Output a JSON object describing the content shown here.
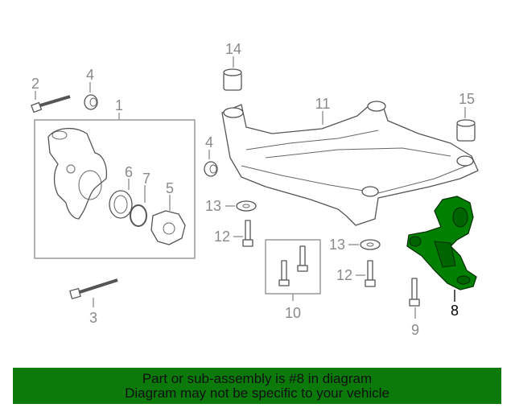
{
  "diagram": {
    "callouts": [
      {
        "id": "1",
        "label": "1"
      },
      {
        "id": "2",
        "label": "2"
      },
      {
        "id": "3",
        "label": "3"
      },
      {
        "id": "4a",
        "label": "4"
      },
      {
        "id": "4b",
        "label": "4"
      },
      {
        "id": "5",
        "label": "5"
      },
      {
        "id": "6",
        "label": "6"
      },
      {
        "id": "7",
        "label": "7"
      },
      {
        "id": "8",
        "label": "8",
        "highlighted": true
      },
      {
        "id": "9",
        "label": "9"
      },
      {
        "id": "10",
        "label": "10"
      },
      {
        "id": "11",
        "label": "11"
      },
      {
        "id": "12a",
        "label": "12"
      },
      {
        "id": "12b",
        "label": "12"
      },
      {
        "id": "13a",
        "label": "13"
      },
      {
        "id": "13b",
        "label": "13"
      },
      {
        "id": "14",
        "label": "14"
      },
      {
        "id": "15",
        "label": "15"
      }
    ],
    "highlight_color": "#000000",
    "callout_color": "#8a8a8a",
    "part_fill_highlight": "#008000"
  },
  "banner": {
    "line1": "Part or sub-assembly is #8 in diagram",
    "line2": "Diagram may not be specific to your vehicle",
    "background": "#0b7a0b"
  }
}
